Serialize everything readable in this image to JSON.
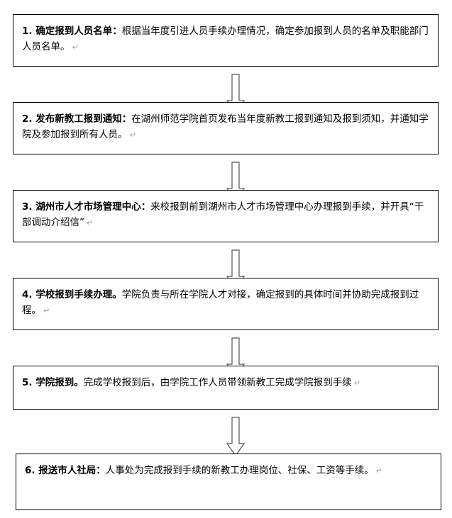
{
  "steps": [
    {
      "title": "1. 确定报到人员名单：",
      "text": "根据当年度引进人员手续办理情况，确定参加报到人员的名单及职能部门人员名单。"
    },
    {
      "title": "2. 发布新教工报到通知：",
      "text": "在湖州师范学院首页发布当年度新教工报到通知及报到须知，并通知学院及参加报到所有人员。"
    },
    {
      "title": "3. 湖州市人才市场管理中心：",
      "text": "来校报到前到湖州市人才市场管理中心办理报到手续，并开具“干部调动介绍信”"
    },
    {
      "title": "4. 学校报到手续办理。",
      "text": "学院负责与所在学院人才对接，确定报到的具体时间并协助完成报到过程。"
    },
    {
      "title": "5. 学院报到。",
      "text": "完成学校报到后，由学院工作人员带领新教工完成学院报到手续"
    },
    {
      "title": "6. 报送市人社局：",
      "text": "人事处为完成报到手续的新教工办理岗位、社保、工资等手续。"
    }
  ],
  "paragraph_mark": "↵"
}
